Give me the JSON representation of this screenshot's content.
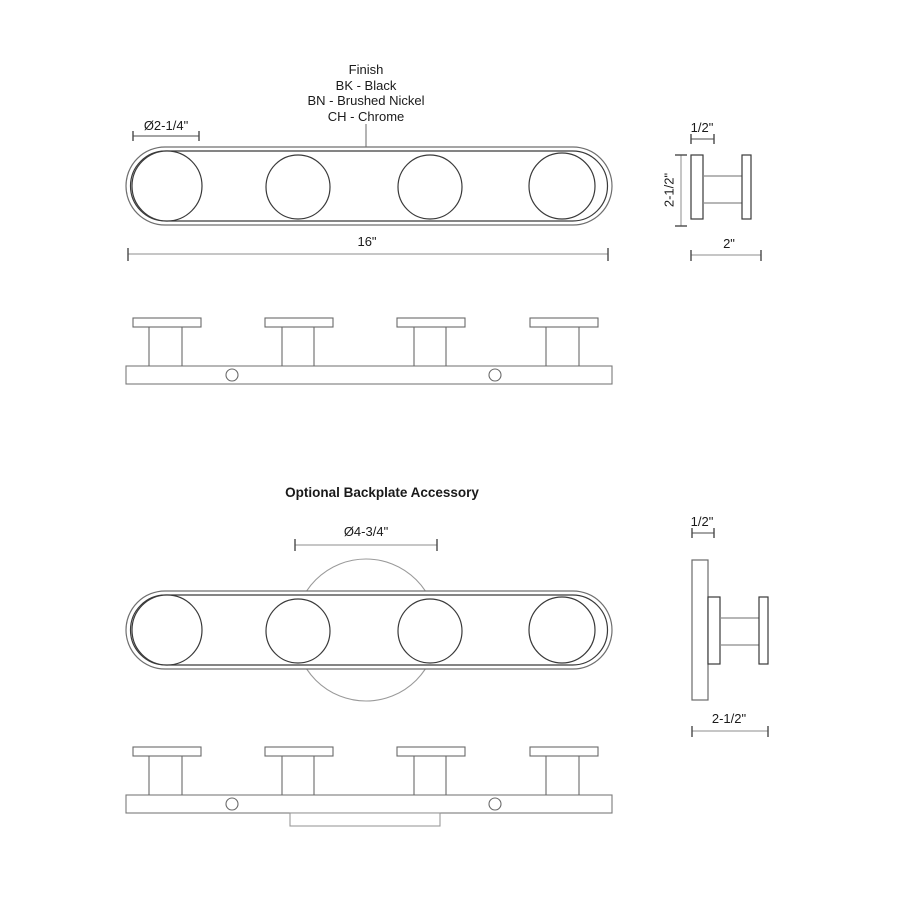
{
  "drawing": {
    "title_note": "Optional Backplate Accessory",
    "finish_legend": {
      "heading": "Finish",
      "options": [
        "BK - Black",
        "BN - Brushed Nickel",
        "CH - Chrome"
      ]
    },
    "dimensions": {
      "socket_diameter": "Ø2-1/4\"",
      "overall_length": "16\"",
      "side_depth_plate": "1/2\"",
      "side_height": "2-1/2\"",
      "side_projection": "2\"",
      "backplate_diameter": "Ø4-3/4\"",
      "backplate_side_depth_plate": "1/2\"",
      "backplate_side_projection": "2-1/2\""
    },
    "views": {
      "front_elevation": "front-elevation-view",
      "side_elevation": "side-elevation-view",
      "top_plan": "top-plan-view",
      "backplate_front_elevation": "backplate-front-elevation-view",
      "backplate_side_elevation": "backplate-side-elevation-view",
      "backplate_top_plan": "backplate-top-plan-view"
    },
    "colors": {
      "line": "#3a3a3a",
      "light_line": "#9a9a9a",
      "dim_line": "#8c8c8c",
      "text": "#1a1a1a",
      "background": "#ffffff"
    },
    "counts": {
      "sockets": 4,
      "mount_holes": 2
    }
  }
}
